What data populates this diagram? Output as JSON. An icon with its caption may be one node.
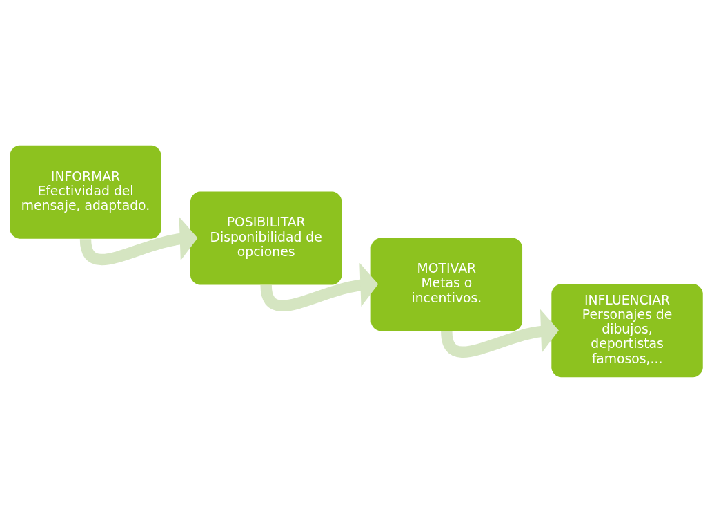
{
  "diagram": {
    "nodes": [
      {
        "text": [
          "INFORMAR",
          "Efectividad del mensaje, adaptado."
        ]
      },
      {
        "text": [
          "POSIBILITAR",
          "Disponibilidad de opciones"
        ]
      },
      {
        "text": [
          "MOTIVAR",
          "Metas o incentivos."
        ]
      },
      {
        "text": [
          "INFLUENCIAR",
          "Personajes de dibujos, deportistas famosos,..."
        ]
      }
    ],
    "edges": [
      {
        "from": 0,
        "to": 1,
        "arrow": "to"
      },
      {
        "from": 1,
        "to": 2,
        "arrow": "to"
      },
      {
        "from": 2,
        "to": 3,
        "arrow": "to"
      }
    ]
  }
}
